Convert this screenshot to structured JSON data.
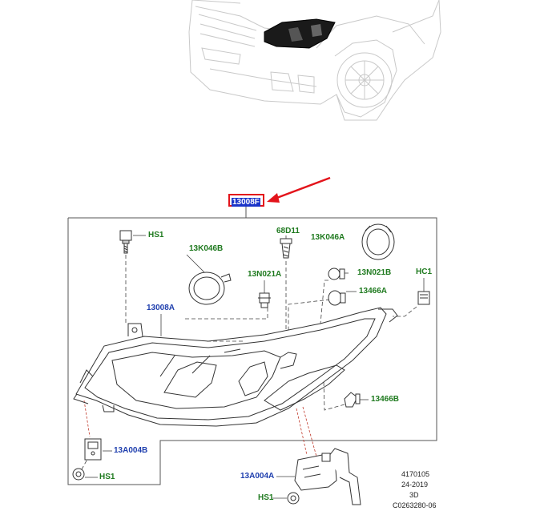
{
  "diagram": {
    "highlighted_part": "13008F",
    "accent_color": "#e3141b",
    "highlight_color": "#1b35c9",
    "labels": {
      "hs1_top": "HS1",
      "p68d11": "68D11",
      "p13k046a": "13K046A",
      "p13k046b": "13K046B",
      "p13n021a": "13N021A",
      "p13n021b": "13N021B",
      "p13466a": "13466A",
      "hc1": "HC1",
      "p13008a": "13008A",
      "p13466b": "13466B",
      "p13a004b": "13A004B",
      "hs1_left": "HS1",
      "p13a004a": "13A004A",
      "hs1_bottom": "HS1"
    },
    "footnote": {
      "line1": "4170105",
      "line2": "24-2019",
      "line3": "3D",
      "line4": "C0263280-06"
    }
  }
}
